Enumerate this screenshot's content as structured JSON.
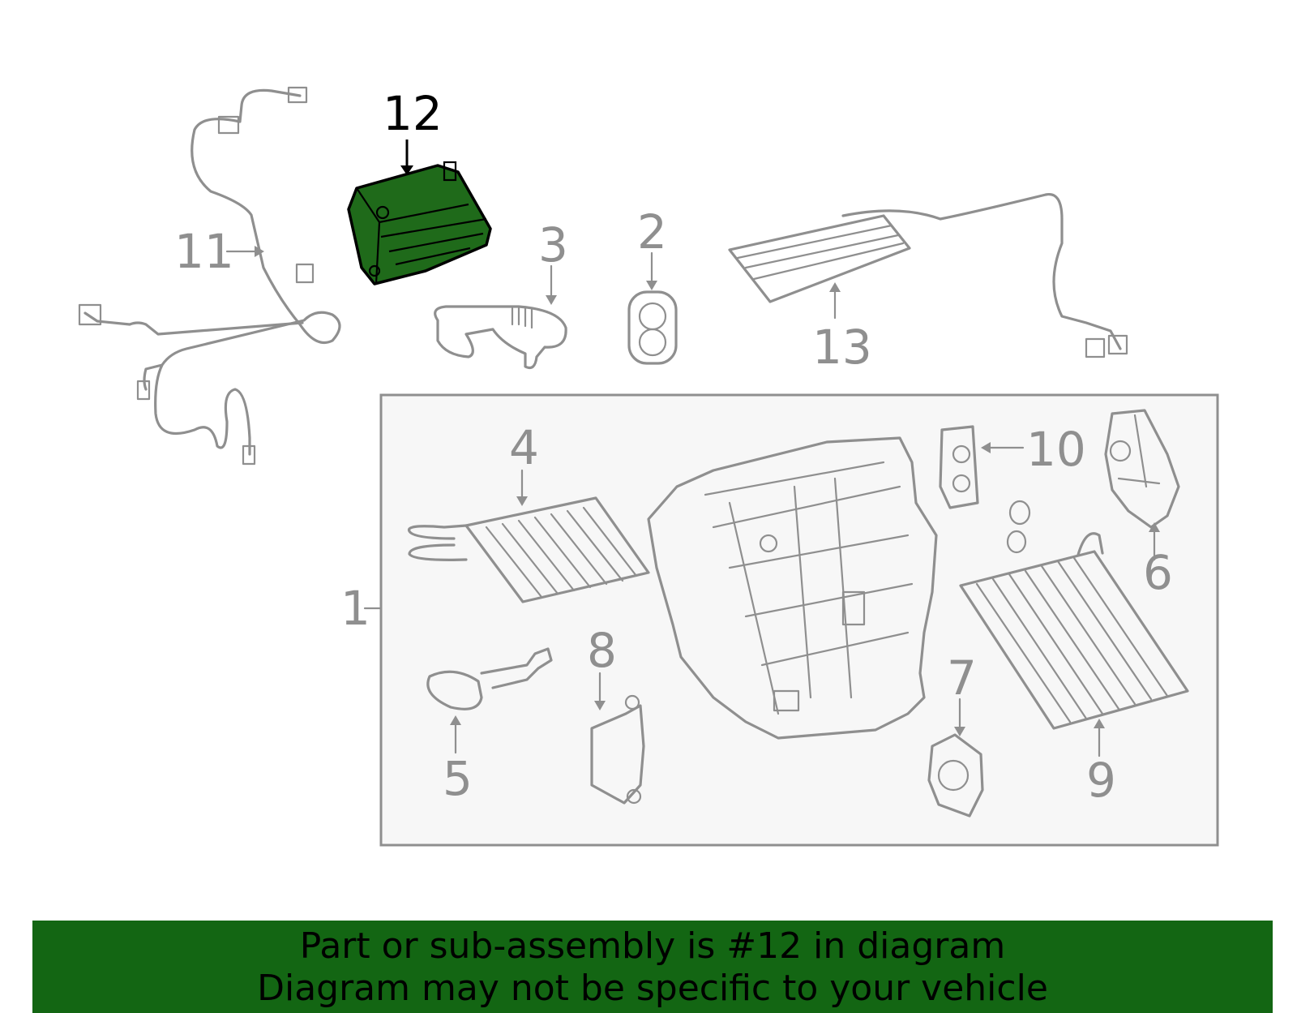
{
  "diagram": {
    "highlight_color": "#1f6a1a",
    "callouts": {
      "c1": "1",
      "c2": "2",
      "c3": "3",
      "c4": "4",
      "c5": "5",
      "c6": "6",
      "c7": "7",
      "c8": "8",
      "c9": "9",
      "c10": "10",
      "c11": "11",
      "c12": "12",
      "c13": "13"
    },
    "highlighted_callout": "12"
  },
  "footer": {
    "line1": "Part or sub-assembly is #12 in diagram",
    "line2": "Diagram may not be specific to your vehicle",
    "background": "#136613"
  }
}
